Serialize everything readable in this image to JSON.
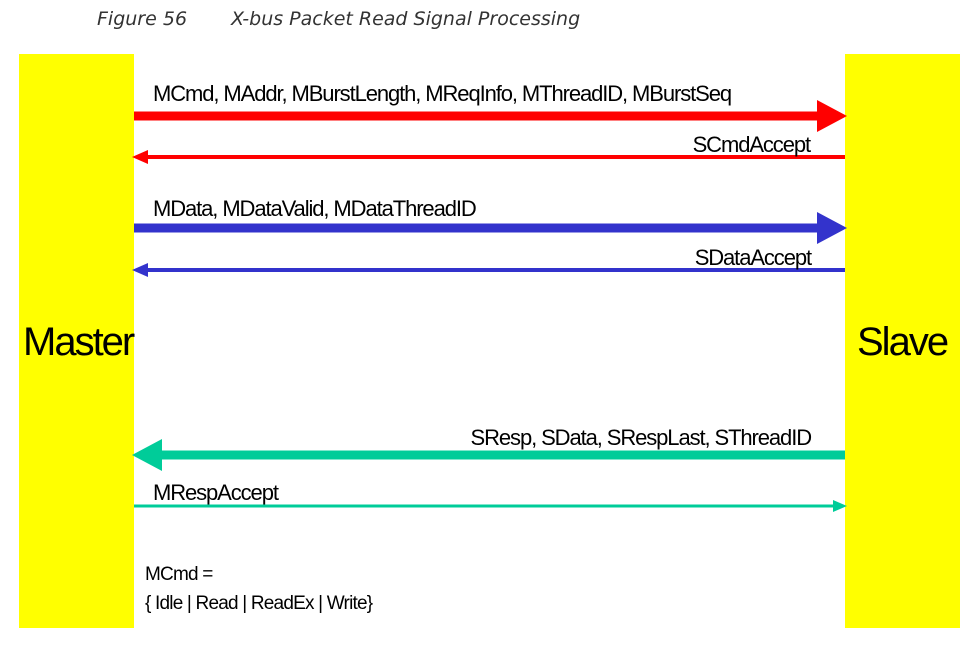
{
  "figure": {
    "number": "Figure 56",
    "title": "X-bus Packet Read Signal Processing"
  },
  "master": {
    "label": "Master"
  },
  "slave": {
    "label": "Slave"
  },
  "signals": [
    {
      "label": "MCmd, MAddr, MBurstLength, MReqInfo, MThreadID, MBurstSeq",
      "direction": "master-to-slave",
      "color": "#ff0000",
      "weight": "thick"
    },
    {
      "label": "SCmdAccept",
      "direction": "slave-to-master",
      "color": "#ff0000",
      "weight": "thin"
    },
    {
      "label": "MData, MDataValid, MDataThreadID",
      "direction": "master-to-slave",
      "color": "#3333cc",
      "weight": "thick"
    },
    {
      "label": "SDataAccept",
      "direction": "slave-to-master",
      "color": "#3333cc",
      "weight": "thin"
    },
    {
      "label": "SResp, SData, SRespLast, SThreadID",
      "direction": "slave-to-master",
      "color": "#00cc99",
      "weight": "thick"
    },
    {
      "label": "MRespAccept",
      "direction": "master-to-slave",
      "color": "#00cc99",
      "weight": "thin"
    }
  ],
  "note": {
    "line1": "MCmd =",
    "line2": "{ Idle | Read | ReadEx | Write}"
  },
  "colors": {
    "block": "#ffff00",
    "request": "#ff0000",
    "data": "#3333cc",
    "response": "#00cc99"
  }
}
